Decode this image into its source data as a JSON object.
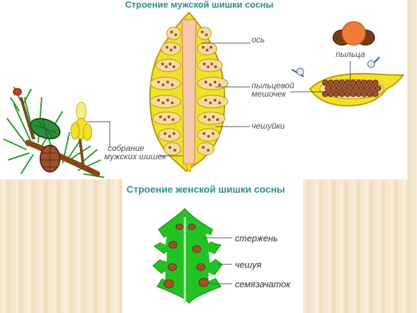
{
  "male_cone": {
    "title": "Строение мужской шишки сосны",
    "labels": {
      "axis": "ось",
      "pollen": "пыльца",
      "pollen_sac_line1": "пыльцевой",
      "pollen_sac_line2": "мешочек",
      "scales": "чешуйки",
      "cluster_line1": "собрание",
      "cluster_line2": "мужских шишек"
    }
  },
  "female_cone": {
    "title": "Строение женской шишки сосны",
    "labels": {
      "rod": "стержень",
      "scale": "чешуя",
      "ovule": "семязачаток"
    }
  },
  "colors": {
    "title": "#2f8f86",
    "cone_yellow": "#f2e02a",
    "cone_axis": "#f5c9a8",
    "pollen_brown": "#a0522d",
    "pollen_orange": "#f07a3a",
    "female_green": "#22c322",
    "ovule_brown": "#a0522d"
  }
}
